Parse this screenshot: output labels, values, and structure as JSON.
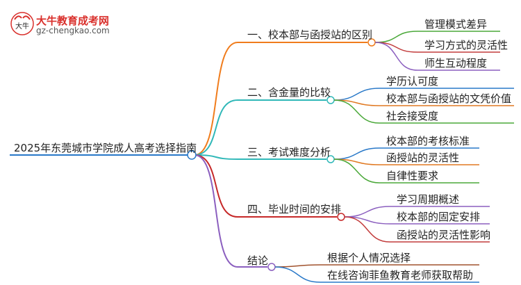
{
  "brand": {
    "name": "大牛教育成考网",
    "url": "gz-chengkao.com",
    "logo_mark": "大牛"
  },
  "root": "2025年东莞城市学院成人高考选择指南",
  "branches": [
    {
      "label": "一、校本部与函授站的区别",
      "color": "#f07c1c",
      "children": [
        "管理模式差异",
        "学习方式的灵活性",
        "师生互动程度"
      ],
      "child_colors": [
        "#4aa839",
        "#c23b3b",
        "#8b5fbf"
      ]
    },
    {
      "label": "二、含金量的比较",
      "color": "#30b8b8",
      "children": [
        "学历认可度",
        "校本部与函授站的文凭价值",
        "社会接受度"
      ],
      "child_colors": [
        "#2878c8",
        "#e07820",
        "#4aa839"
      ]
    },
    {
      "label": "三、考试难度分析",
      "color": "#30b8b8",
      "children": [
        "校本部的考核标准",
        "函授站的灵活性",
        "自律性要求"
      ],
      "child_colors": [
        "#2878c8",
        "#e07820",
        "#4aa839"
      ]
    },
    {
      "label": "四、毕业时间的安排",
      "color": "#c62828",
      "children": [
        "学习周期概述",
        "校本部的固定安排",
        "函授站的灵活性影响"
      ],
      "child_colors": [
        "#8b5fbf",
        "#8b5fbf",
        "#c23b3b"
      ]
    },
    {
      "label": "结论",
      "color": "#8b5fbf",
      "children": [
        "根据个人情况选择",
        "在线咨询菲鱼教育老师获取帮助"
      ],
      "child_colors": [
        "#a0522d",
        "#2878c8"
      ]
    }
  ]
}
